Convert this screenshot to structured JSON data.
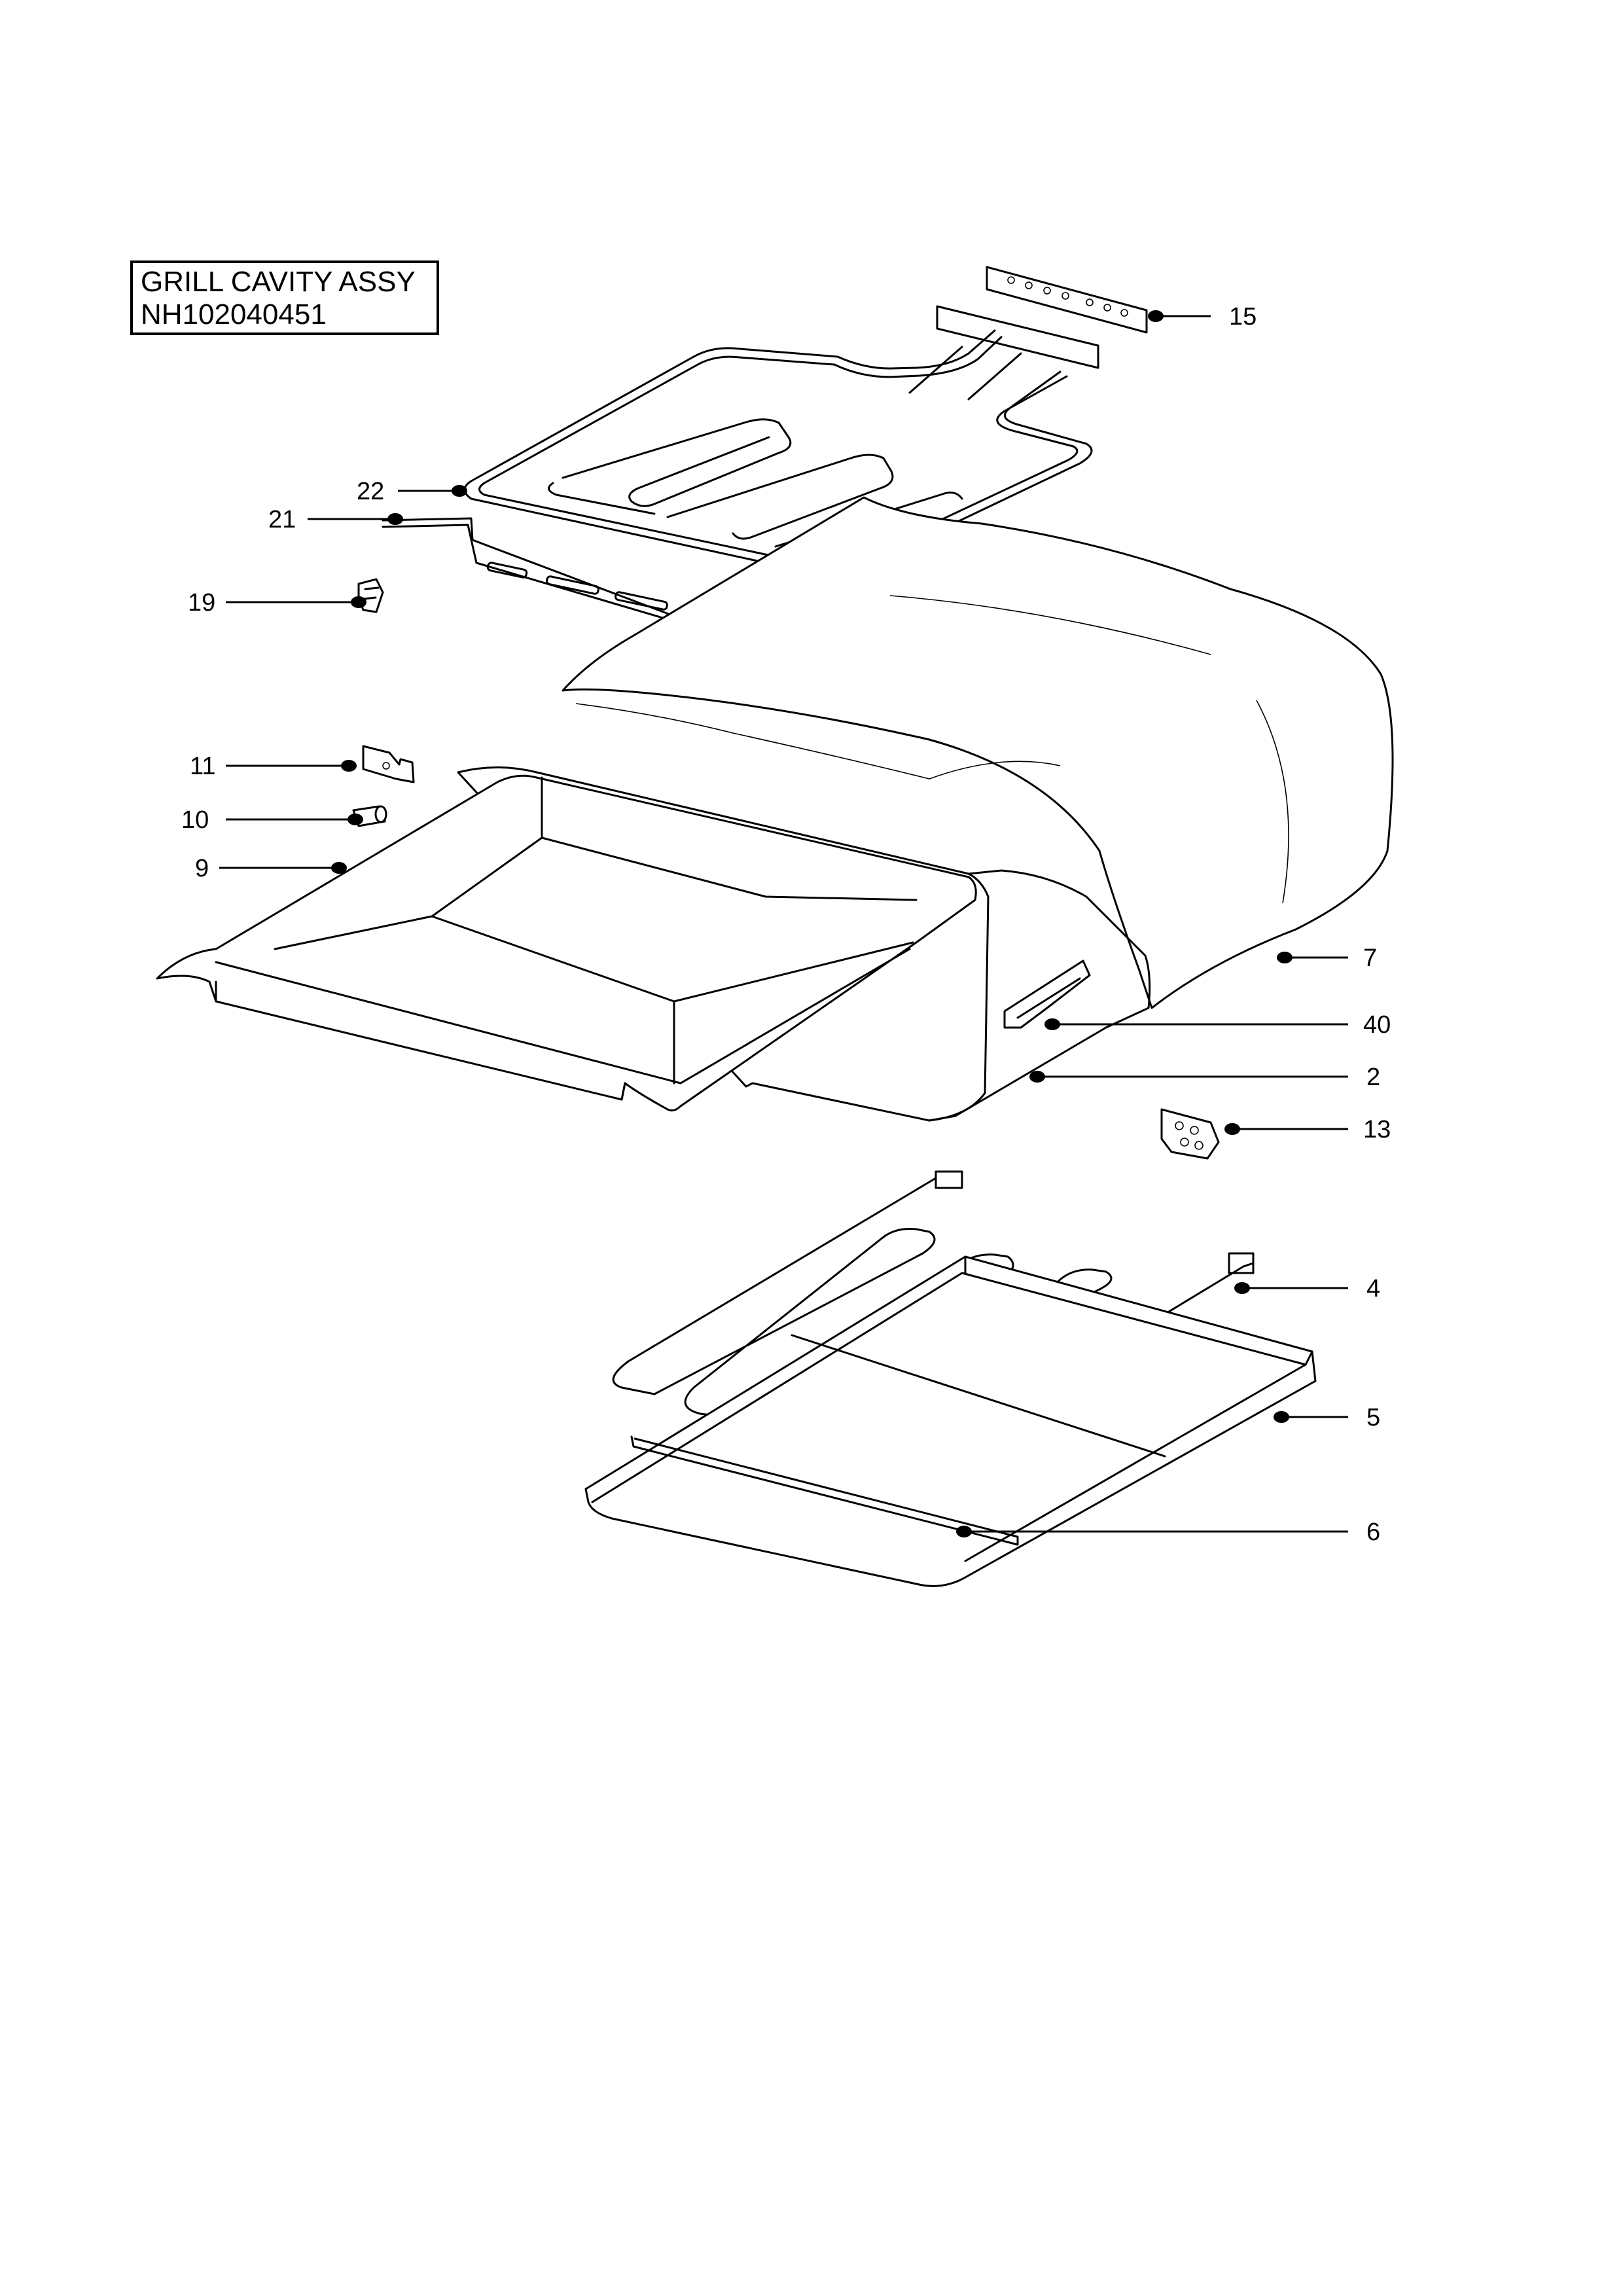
{
  "title": {
    "line1": "GRILL CAVITY ASSY",
    "line2": "NH102040451"
  },
  "callouts": [
    {
      "id": "c15",
      "label": "15"
    },
    {
      "id": "c22",
      "label": "22"
    },
    {
      "id": "c21",
      "label": "21"
    },
    {
      "id": "c19",
      "label": "19"
    },
    {
      "id": "c11",
      "label": "11"
    },
    {
      "id": "c10",
      "label": "10"
    },
    {
      "id": "c9",
      "label": "9"
    },
    {
      "id": "c7",
      "label": "7"
    },
    {
      "id": "c40",
      "label": "40"
    },
    {
      "id": "c2",
      "label": "2"
    },
    {
      "id": "c13",
      "label": "13"
    },
    {
      "id": "c4",
      "label": "4"
    },
    {
      "id": "c5",
      "label": "5"
    },
    {
      "id": "c6",
      "label": "6"
    }
  ]
}
